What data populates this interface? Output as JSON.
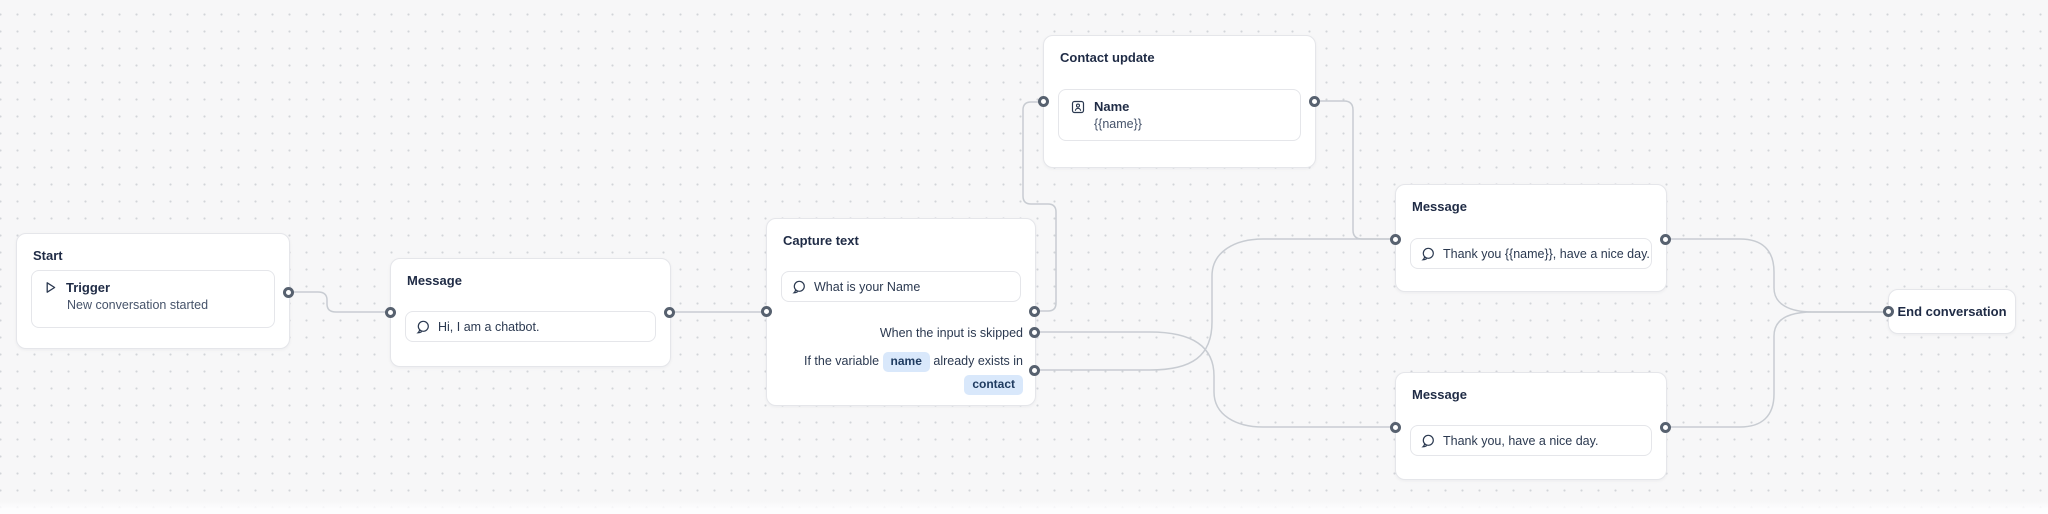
{
  "nodes": {
    "start": {
      "title": "Start",
      "trigger": {
        "icon": "play-icon",
        "label": "Trigger",
        "description": "New conversation started"
      }
    },
    "message_intro": {
      "title": "Message",
      "icon": "chat-bubble-icon",
      "text": "Hi, I am a chatbot."
    },
    "capture_text": {
      "title": "Capture text",
      "icon": "chat-bubble-icon",
      "prompt": "What is your Name",
      "skipped_label": "When the input is skipped",
      "condition": {
        "prefix": "If the variable",
        "variable": "name",
        "middle": "already exists in",
        "scope": "contact"
      }
    },
    "contact_update": {
      "title": "Contact update",
      "icon": "contact-card-icon",
      "field": "Name",
      "value": "{{name}}"
    },
    "message_thanks_name": {
      "title": "Message",
      "icon": "chat-bubble-icon",
      "text": "Thank you {{name}}, have a nice day."
    },
    "message_thanks": {
      "title": "Message",
      "icon": "chat-bubble-icon",
      "text": "Thank you, have a nice day."
    },
    "end": {
      "title": "End conversation"
    }
  },
  "colors": {
    "canvas_bg": "#f7f7f8",
    "grid_dot": "#d2d4d9",
    "node_bg": "#ffffff",
    "node_border": "#e5e6ea",
    "title_text": "#1f2b45",
    "body_text": "#2b3950",
    "secondary_text": "#46536a",
    "badge_bg": "#d9e8fb",
    "badge_text": "#1f3b60",
    "connector": "#c8ccd2",
    "port_border": "#57616f"
  }
}
